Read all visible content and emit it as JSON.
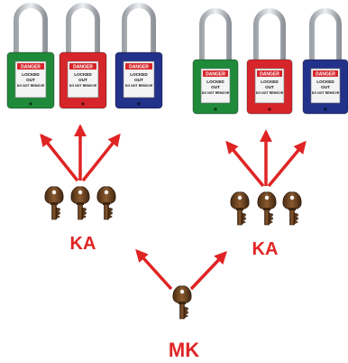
{
  "colors": {
    "red_accent": "#e02424",
    "lock_green": "#1f8a3a",
    "lock_red": "#d7262b",
    "lock_blue": "#22318a",
    "shackle": "#c9ccd0",
    "key_brass": "#6b4424"
  },
  "labels": {
    "ka_left": "KA",
    "ka_right": "KA",
    "mk": "MK"
  },
  "lock_tag": {
    "danger": "DANGER",
    "line1": "LOCKED",
    "line2": "OUT",
    "line3": "DO NOT REMOVE"
  },
  "groups": [
    {
      "name": "left",
      "locks": [
        "green",
        "red",
        "blue"
      ]
    },
    {
      "name": "right",
      "locks": [
        "green",
        "red",
        "blue"
      ]
    }
  ]
}
